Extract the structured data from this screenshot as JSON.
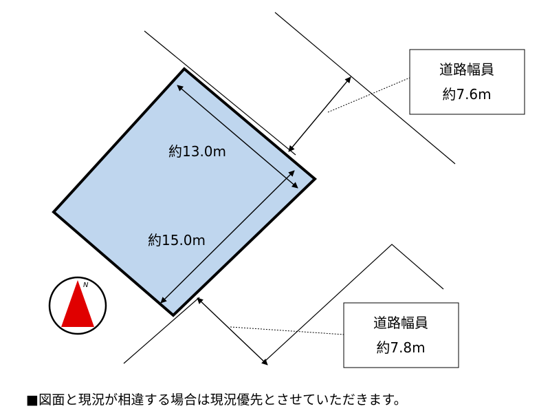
{
  "lot": {
    "fill": "#bfd6ee",
    "side_length_label": "約13.0m",
    "depth_label": "約15.0m"
  },
  "roads": [
    {
      "title": "道路幅員",
      "width": "約7.6m"
    },
    {
      "title": "道路幅員",
      "width": "約7.8m"
    }
  ],
  "compass": {
    "label": "N",
    "arrow_color": "#e00000",
    "icon": "north-arrow-icon"
  },
  "footnote": "■図面と現況が相違する場合は現況優先とさせていただきます。"
}
